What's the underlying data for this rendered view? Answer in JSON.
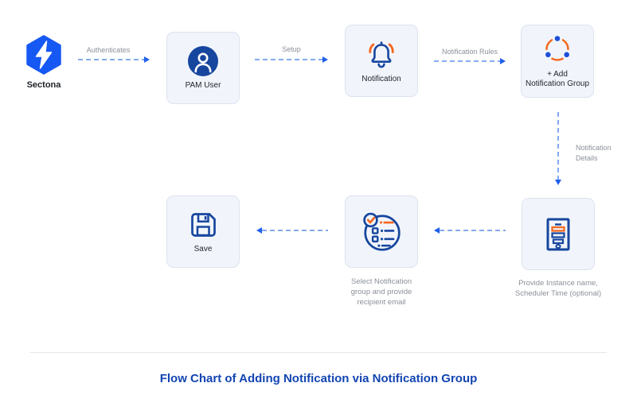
{
  "diagram": {
    "title": "Flow Chart of Adding Notification via Notification Group"
  },
  "logo": {
    "label": "Sectona"
  },
  "nodes": {
    "pam_user": {
      "label": "PAM User"
    },
    "notification": {
      "label": "Notification"
    },
    "add_group": {
      "line1": "+ Add",
      "line2": "Notification Group"
    },
    "provide": {
      "caption1": "Provide Instance name,",
      "caption2": "Scheduler Time (optional)"
    },
    "select": {
      "caption1": "Select Notification",
      "caption2": "group and provide",
      "caption3": "recipient email"
    },
    "save": {
      "label": "Save"
    }
  },
  "edges": {
    "authenticates": {
      "label": "Authenticates"
    },
    "setup": {
      "label": "Setup"
    },
    "rules": {
      "label": "Notification Rules"
    },
    "details": {
      "line1": "Notification",
      "line2": "Details"
    }
  },
  "colors": {
    "brand_blue": "#1658F3",
    "icon_navy": "#17469E",
    "icon_orange": "#F4681F",
    "dot_blue": "#1D4ED8",
    "arrow_dash": "#84A9F2",
    "arrow_head": "#2160EA",
    "node_bg": "#F1F5FB",
    "node_border": "#DCE3EE",
    "muted_text": "#8B9099",
    "dark_text": "#23262C",
    "title_text": "#1345B1"
  }
}
